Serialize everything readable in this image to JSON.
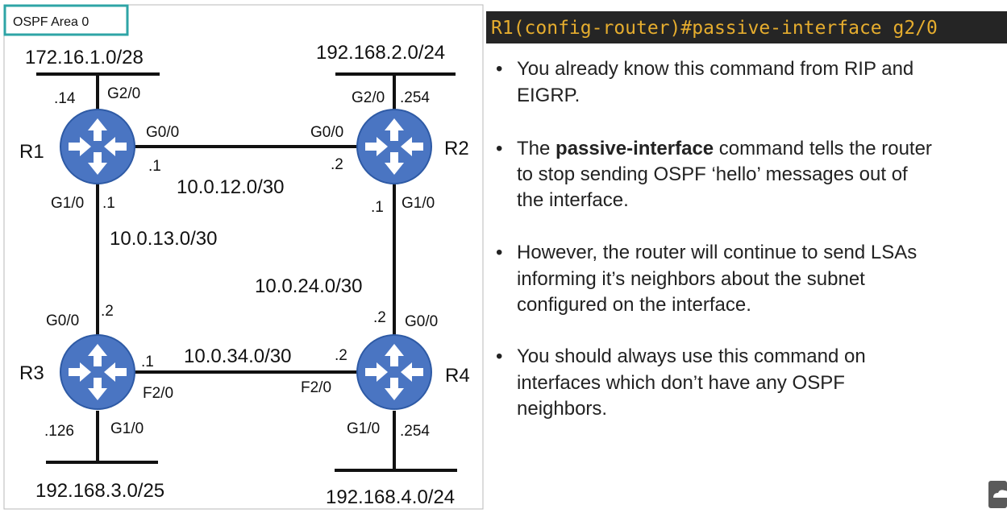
{
  "diagram": {
    "area_label": "OSPF Area 0",
    "routers": {
      "r1": "R1",
      "r2": "R2",
      "r3": "R3",
      "r4": "R4"
    },
    "subnets": {
      "r1_lan": "172.16.1.0/28",
      "r2_lan": "192.168.2.0/24",
      "r3_lan": "192.168.3.0/25",
      "r4_lan": "192.168.4.0/24",
      "r1_r2": "10.0.12.0/30",
      "r1_r3": "10.0.13.0/30",
      "r2_r4": "10.0.24.0/30",
      "r3_r4": "10.0.34.0/30"
    },
    "interfaces": {
      "r1_g20": "G2/0",
      "r1_g20_ip": ".14",
      "r1_g00": "G0/0",
      "r1_g00_ip": ".1",
      "r1_g10": "G1/0",
      "r1_g10_ip": ".1",
      "r2_g20": "G2/0",
      "r2_g20_ip": ".254",
      "r2_g00": "G0/0",
      "r2_g00_ip": ".2",
      "r2_g10": "G1/0",
      "r2_g10_ip": ".1",
      "r3_g00": "G0/0",
      "r3_g00_ip": ".2",
      "r3_f20": "F2/0",
      "r3_f20_ip": ".1",
      "r3_g10": "G1/0",
      "r3_g10_ip": ".126",
      "r4_g00": "G0/0",
      "r4_g00_ip": ".2",
      "r4_f20": "F2/0",
      "r4_f20_ip": ".2",
      "r4_g10": "G1/0",
      "r4_g10_ip": ".254"
    }
  },
  "panel": {
    "command": "R1(config-router)#passive-interface g2/0",
    "bullets": {
      "b1": {
        "l1": "You already know this command from RIP and",
        "l2": "EIGRP."
      },
      "b2": {
        "l1_pre": "The ",
        "l1_bold": "passive-interface",
        "l1_post": " command tells the router",
        "l2": "to stop sending OSPF ‘hello’ messages out of",
        "l3": "the interface."
      },
      "b3": {
        "l1": "However, the router will continue to send LSAs",
        "l2": "informing it’s neighbors about the subnet",
        "l3": "configured on the interface."
      },
      "b4": {
        "l1": "You should always use this command on",
        "l2": "interfaces which don’t have any OSPF",
        "l3": "neighbors."
      }
    }
  },
  "colors": {
    "router_fill": "#4a75c2",
    "area_border": "#2ea4a6",
    "command_bg": "#252525",
    "command_text": "#e6ad2e"
  }
}
